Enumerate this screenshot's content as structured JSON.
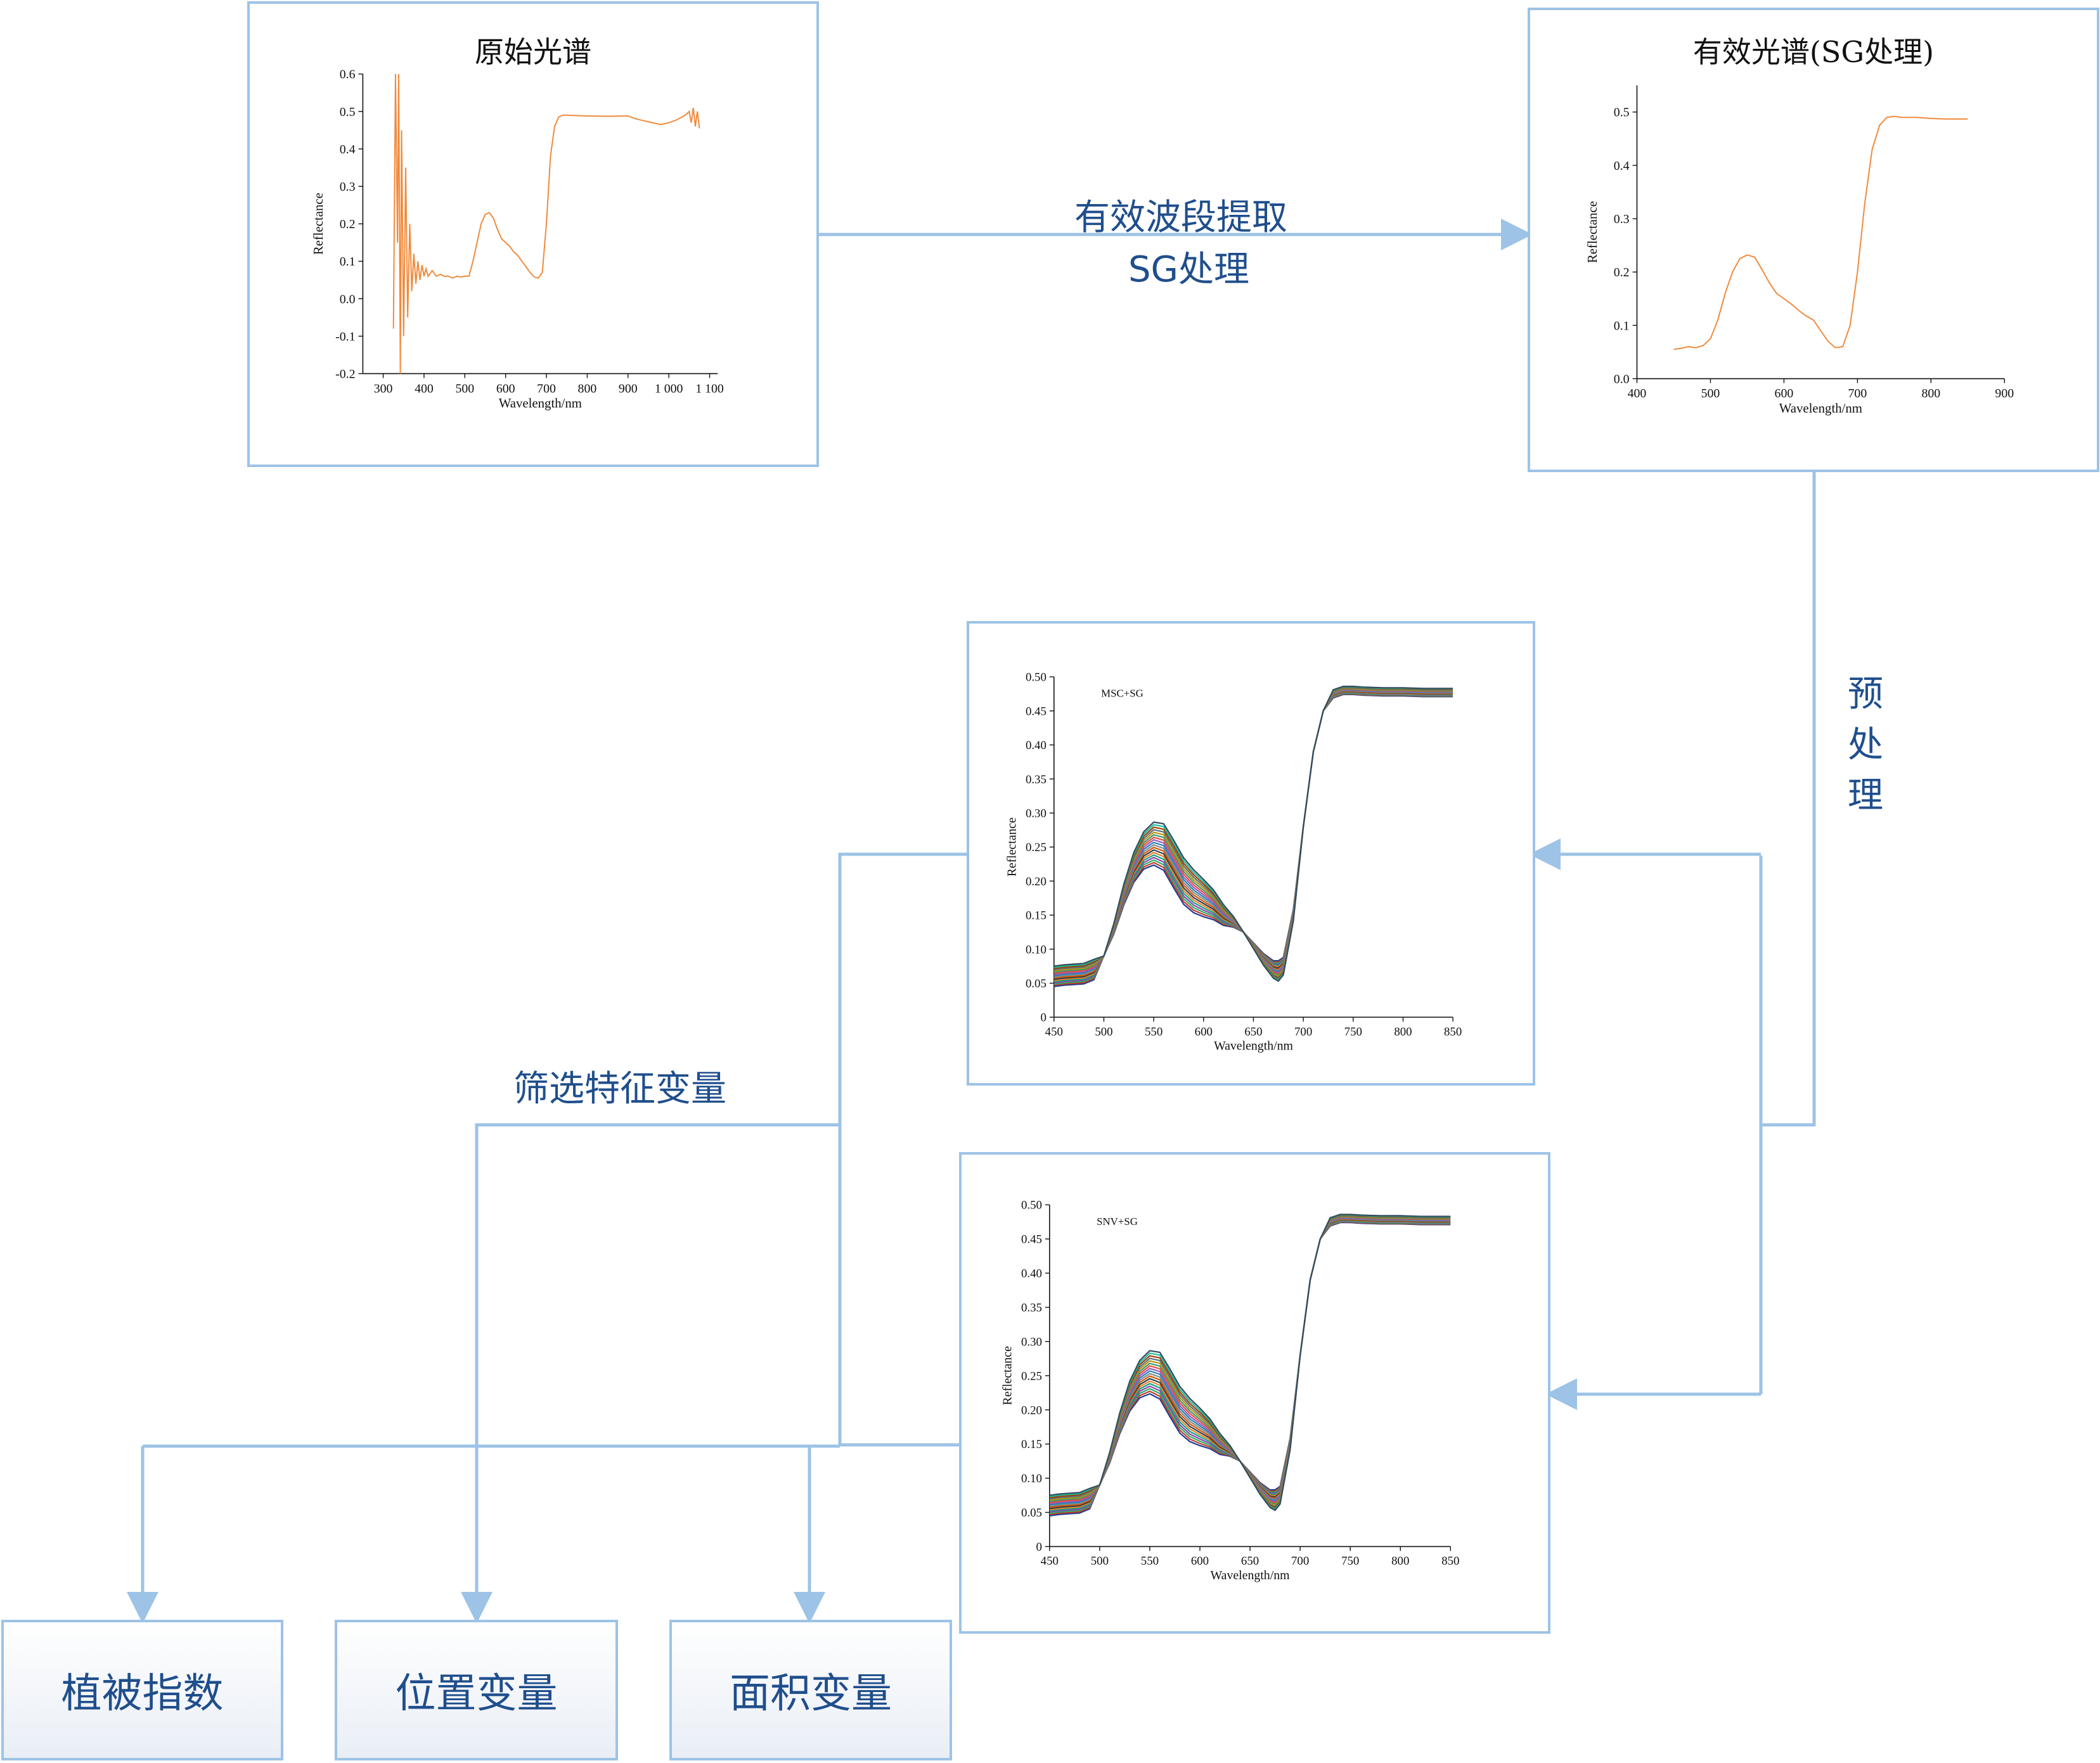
{
  "colors": {
    "connector": "#9dc3e6",
    "label": "#1f4e8c",
    "orange": "#f08a3c"
  },
  "panels": {
    "raw": {
      "title": "原始光谱"
    },
    "effective": {
      "title": "有效光谱(SG处理)"
    }
  },
  "flow_labels": {
    "extract_line1": "有效波段提取",
    "extract_line2": "SG处理",
    "preprocess": [
      "预",
      "处",
      "理"
    ],
    "select": "筛选特征变量"
  },
  "outputs": {
    "vegetation_index": "植被指数",
    "position_variable": "位置变量",
    "area_variable": "面积变量"
  },
  "chart_data": [
    {
      "id": "raw",
      "type": "line",
      "xlabel": "Wavelength/nm",
      "ylabel": "Reflectance",
      "xlim": [
        250,
        1120
      ],
      "ylim": [
        -0.2,
        0.6
      ],
      "xticks": [
        300,
        400,
        500,
        600,
        700,
        800,
        900,
        1000,
        1100
      ],
      "xtick_labels": [
        "300",
        "400",
        "500",
        "600",
        "700",
        "800",
        "900",
        "1 000",
        "1 100"
      ],
      "yticks": [
        -0.2,
        -0.1,
        0.0,
        0.1,
        0.2,
        0.3,
        0.4,
        0.5,
        0.6
      ],
      "ytick_labels": [
        "-0.2",
        "-0.1",
        "0.0",
        "0.1",
        "0.2",
        "0.3",
        "0.4",
        "0.5",
        "0.6"
      ],
      "series": [
        {
          "x": [
            325,
            330,
            335,
            338,
            342,
            345,
            350,
            355,
            360,
            365,
            370,
            375,
            380,
            385,
            390,
            395,
            400,
            405,
            410,
            420,
            430,
            440,
            450,
            460,
            470,
            480,
            490,
            500,
            510,
            520,
            530,
            540,
            550,
            560,
            570,
            580,
            590,
            600,
            610,
            620,
            630,
            640,
            650,
            660,
            670,
            680,
            690,
            700,
            710,
            720,
            730,
            740,
            750,
            800,
            850,
            900,
            920,
            940,
            960,
            980,
            1000,
            1020,
            1040,
            1050,
            1055,
            1060,
            1065,
            1070,
            1075
          ],
          "y": [
            -0.08,
            0.6,
            0.15,
            0.6,
            -0.2,
            0.45,
            -0.1,
            0.35,
            -0.05,
            0.2,
            0.02,
            0.12,
            0.04,
            0.1,
            0.05,
            0.09,
            0.06,
            0.08,
            0.06,
            0.075,
            0.06,
            0.065,
            0.06,
            0.06,
            0.055,
            0.06,
            0.058,
            0.06,
            0.06,
            0.1,
            0.15,
            0.2,
            0.225,
            0.23,
            0.215,
            0.185,
            0.16,
            0.15,
            0.14,
            0.125,
            0.115,
            0.1,
            0.085,
            0.07,
            0.058,
            0.055,
            0.07,
            0.2,
            0.38,
            0.46,
            0.485,
            0.49,
            0.49,
            0.488,
            0.487,
            0.488,
            0.48,
            0.475,
            0.47,
            0.465,
            0.47,
            0.478,
            0.49,
            0.5,
            0.47,
            0.51,
            0.46,
            0.5,
            0.455
          ]
        }
      ]
    },
    {
      "id": "effective",
      "type": "line",
      "xlabel": "Wavelength/nm",
      "ylabel": "Reflectance",
      "xlim": [
        400,
        900
      ],
      "ylim": [
        0.0,
        0.55
      ],
      "xticks": [
        400,
        500,
        600,
        700,
        800,
        900
      ],
      "xtick_labels": [
        "400",
        "500",
        "600",
        "700",
        "800",
        "900"
      ],
      "yticks": [
        0.0,
        0.1,
        0.2,
        0.3,
        0.4,
        0.5
      ],
      "ytick_labels": [
        "0.0",
        "0.1",
        "0.2",
        "0.3",
        "0.4",
        "0.5"
      ],
      "series": [
        {
          "x": [
            450,
            460,
            470,
            480,
            490,
            500,
            510,
            520,
            530,
            540,
            550,
            560,
            570,
            580,
            590,
            600,
            610,
            620,
            630,
            640,
            650,
            660,
            670,
            680,
            690,
            700,
            710,
            720,
            730,
            740,
            750,
            760,
            780,
            800,
            820,
            850
          ],
          "y": [
            0.055,
            0.057,
            0.06,
            0.058,
            0.062,
            0.075,
            0.11,
            0.16,
            0.2,
            0.225,
            0.232,
            0.228,
            0.205,
            0.18,
            0.16,
            0.15,
            0.14,
            0.128,
            0.118,
            0.11,
            0.09,
            0.07,
            0.058,
            0.06,
            0.1,
            0.2,
            0.33,
            0.43,
            0.475,
            0.49,
            0.492,
            0.49,
            0.49,
            0.488,
            0.487,
            0.487
          ]
        }
      ]
    },
    {
      "id": "msc",
      "type": "line",
      "annotation": "MSC+SG",
      "xlabel": "Wavelength/nm",
      "ylabel": "Reflectance",
      "xlim": [
        450,
        850
      ],
      "ylim": [
        0,
        0.5
      ],
      "xticks": [
        450,
        500,
        550,
        600,
        650,
        700,
        750,
        800,
        850
      ],
      "xtick_labels": [
        "450",
        "500",
        "550",
        "600",
        "650",
        "700",
        "750",
        "800",
        "850"
      ],
      "yticks": [
        0,
        0.05,
        0.1,
        0.15,
        0.2,
        0.25,
        0.3,
        0.35,
        0.4,
        0.45,
        0.5
      ],
      "ytick_labels": [
        "0",
        "0.05",
        "0.10",
        "0.15",
        "0.20",
        "0.25",
        "0.30",
        "0.35",
        "0.40",
        "0.45",
        "0.50"
      ],
      "base": {
        "x": [
          450,
          460,
          470,
          480,
          490,
          500,
          510,
          520,
          530,
          540,
          550,
          560,
          570,
          580,
          590,
          600,
          610,
          620,
          630,
          640,
          650,
          660,
          670,
          675,
          680,
          690,
          700,
          710,
          720,
          730,
          740,
          750,
          760,
          780,
          800,
          820,
          850
        ],
        "y": [
          0.06,
          0.062,
          0.063,
          0.064,
          0.07,
          0.09,
          0.13,
          0.18,
          0.22,
          0.245,
          0.255,
          0.25,
          0.225,
          0.2,
          0.185,
          0.175,
          0.165,
          0.15,
          0.14,
          0.125,
          0.105,
          0.085,
          0.07,
          0.068,
          0.075,
          0.15,
          0.28,
          0.39,
          0.45,
          0.475,
          0.48,
          0.48,
          0.479,
          0.478,
          0.478,
          0.477,
          0.477
        ]
      },
      "variation": {
        "green_amp": 0.035,
        "low_amp": 0.015,
        "nir_amp": 0.006
      },
      "series_colors": [
        "#1f3a93",
        "#c0392b",
        "#27ae60",
        "#8e44ad",
        "#16a085",
        "#e67e22",
        "#2c3e50",
        "#d35400",
        "#7f8c8d",
        "#2980b9",
        "#9b59b6",
        "#e74c3c",
        "#3d9970",
        "#b7950b",
        "#5d6d7e",
        "#a04000",
        "#1abc9c",
        "#34495e"
      ]
    },
    {
      "id": "snv",
      "type": "line",
      "annotation": "SNV+SG",
      "xlabel": "Wavelength/nm",
      "ylabel": "Reflectance",
      "xlim": [
        450,
        850
      ],
      "ylim": [
        0,
        0.5
      ],
      "xticks": [
        450,
        500,
        550,
        600,
        650,
        700,
        750,
        800,
        850
      ],
      "xtick_labels": [
        "450",
        "500",
        "550",
        "600",
        "650",
        "700",
        "750",
        "800",
        "850"
      ],
      "yticks": [
        0,
        0.05,
        0.1,
        0.15,
        0.2,
        0.25,
        0.3,
        0.35,
        0.4,
        0.45,
        0.5
      ],
      "ytick_labels": [
        "0",
        "0.05",
        "0.10",
        "0.15",
        "0.20",
        "0.25",
        "0.30",
        "0.35",
        "0.40",
        "0.45",
        "0.50"
      ],
      "base": {
        "x": [
          450,
          460,
          470,
          480,
          490,
          500,
          510,
          520,
          530,
          540,
          550,
          560,
          570,
          580,
          590,
          600,
          610,
          620,
          630,
          640,
          650,
          660,
          670,
          675,
          680,
          690,
          700,
          710,
          720,
          730,
          740,
          750,
          760,
          780,
          800,
          820,
          850
        ],
        "y": [
          0.06,
          0.062,
          0.063,
          0.064,
          0.07,
          0.09,
          0.13,
          0.18,
          0.22,
          0.245,
          0.255,
          0.25,
          0.225,
          0.2,
          0.185,
          0.175,
          0.165,
          0.15,
          0.14,
          0.125,
          0.105,
          0.085,
          0.07,
          0.068,
          0.075,
          0.15,
          0.28,
          0.39,
          0.45,
          0.475,
          0.48,
          0.48,
          0.479,
          0.478,
          0.478,
          0.477,
          0.477
        ]
      },
      "variation": {
        "green_amp": 0.035,
        "low_amp": 0.015,
        "nir_amp": 0.006
      },
      "series_colors": [
        "#1f3a93",
        "#c0392b",
        "#27ae60",
        "#8e44ad",
        "#16a085",
        "#e67e22",
        "#2c3e50",
        "#d35400",
        "#7f8c8d",
        "#2980b9",
        "#9b59b6",
        "#e74c3c",
        "#3d9970",
        "#b7950b",
        "#5d6d7e",
        "#a04000",
        "#1abc9c",
        "#34495e"
      ]
    }
  ]
}
